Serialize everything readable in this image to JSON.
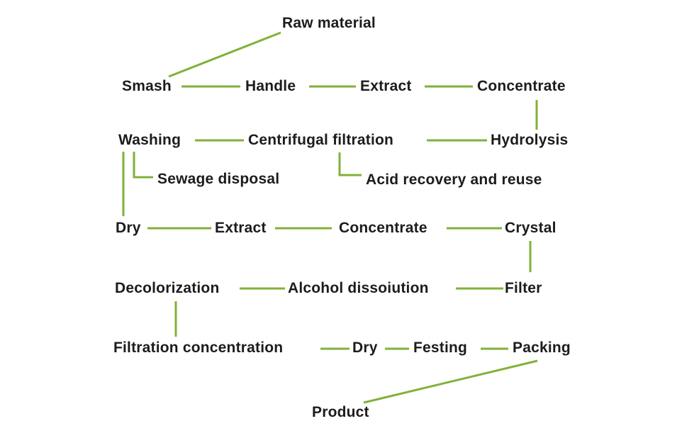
{
  "diagram": {
    "type": "process-flowchart",
    "nodes": {
      "raw_material": "Raw material",
      "smash": "Smash",
      "handle": "Handle",
      "extract_1": "Extract",
      "concentrate_1": "Concentrate",
      "washing": "Washing",
      "centrifugal_filtration": "Centrifugal filtration",
      "hydrolysis": "Hydrolysis",
      "sewage_disposal": "Sewage disposal",
      "acid_recovery": "Acid recovery and reuse",
      "dry_1": "Dry",
      "extract_2": "Extract",
      "concentrate_2": "Concentrate",
      "crystal": "Crystal",
      "decolorization": "Decolorization",
      "alcohol_dissoiution": "Alcohol dissoiution",
      "filter": "Filter",
      "filtration_concentration": "Filtration concentration",
      "dry_2": "Dry",
      "festing": "Festing",
      "packing": "Packing",
      "product": "Product"
    },
    "edges": [
      {
        "from": "raw_material",
        "to": "smash"
      },
      {
        "from": "smash",
        "to": "handle"
      },
      {
        "from": "handle",
        "to": "extract_1"
      },
      {
        "from": "extract_1",
        "to": "concentrate_1"
      },
      {
        "from": "concentrate_1",
        "to": "hydrolysis"
      },
      {
        "from": "hydrolysis",
        "to": "centrifugal_filtration"
      },
      {
        "from": "centrifugal_filtration",
        "to": "washing"
      },
      {
        "from": "washing",
        "to": "sewage_disposal"
      },
      {
        "from": "centrifugal_filtration",
        "to": "acid_recovery"
      },
      {
        "from": "washing",
        "to": "dry_1"
      },
      {
        "from": "dry_1",
        "to": "extract_2"
      },
      {
        "from": "extract_2",
        "to": "concentrate_2"
      },
      {
        "from": "concentrate_2",
        "to": "crystal"
      },
      {
        "from": "crystal",
        "to": "filter"
      },
      {
        "from": "filter",
        "to": "alcohol_dissoiution"
      },
      {
        "from": "alcohol_dissoiution",
        "to": "decolorization"
      },
      {
        "from": "decolorization",
        "to": "filtration_concentration"
      },
      {
        "from": "filtration_concentration",
        "to": "dry_2"
      },
      {
        "from": "dry_2",
        "to": "festing"
      },
      {
        "from": "festing",
        "to": "packing"
      },
      {
        "from": "packing",
        "to": "product"
      }
    ]
  },
  "colors": {
    "line": "#82b138",
    "text": "#1c1c1c",
    "background": "#ffffff"
  }
}
